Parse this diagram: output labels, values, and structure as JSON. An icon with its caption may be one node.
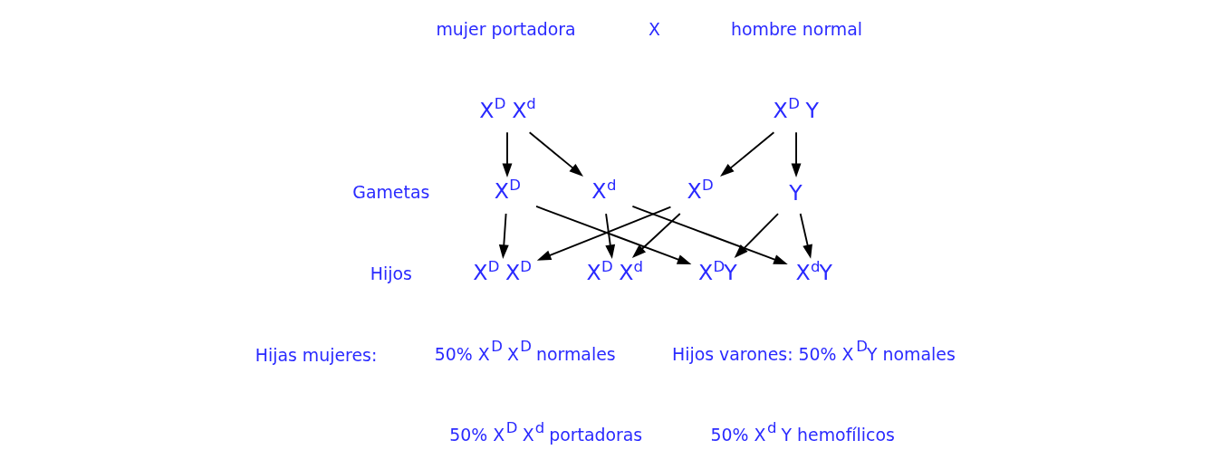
{
  "diagram": {
    "nodes": [
      {
        "text": [
          "X$^{D}$ X$^{d}$"
        ]
      },
      {
        "text": [
          "X$^{D}$ Y"
        ]
      },
      {
        "text": [
          "X$^{D}$"
        ]
      },
      {
        "text": [
          "X$^{d}$"
        ]
      },
      {
        "text": [
          "X$^{D}$"
        ]
      },
      {
        "text": [
          "Y"
        ]
      },
      {
        "text": [
          "X$^{D}$ X$^{D}$"
        ]
      },
      {
        "text": [
          "X$^{D}$ X$^{d}$"
        ]
      },
      {
        "text": [
          "X$^{D}$Y"
        ]
      },
      {
        "text": [
          "X$^{d}$Y"
        ]
      }
    ],
    "edges": [
      {
        "from": 0,
        "to": 2,
        "arrow": "to"
      },
      {
        "from": 0,
        "to": 3,
        "arrow": "to"
      },
      {
        "from": 1,
        "to": 4,
        "arrow": "to"
      },
      {
        "from": 1,
        "to": 5,
        "arrow": "to"
      },
      {
        "from": 2,
        "to": 6,
        "arrow": "to"
      },
      {
        "from": 2,
        "to": 8,
        "arrow": "to"
      },
      {
        "from": 3,
        "to": 7,
        "arrow": "to"
      },
      {
        "from": 3,
        "to": 9,
        "arrow": "to"
      },
      {
        "from": 4,
        "to": 6,
        "arrow": "to"
      },
      {
        "from": 4,
        "to": 7,
        "arrow": "to"
      },
      {
        "from": 5,
        "to": 8,
        "arrow": "to"
      },
      {
        "from": 5,
        "to": 9,
        "arrow": "to"
      }
    ],
    "labels": [
      "mujer portadora",
      "X",
      "hombre normal",
      "Gametas",
      "Hijos",
      "Hijas mujeres:",
      "50% X$^{D}$ X$^{D}$ normales",
      "Hijos varones: 50% X$^{D}$Y nomales",
      "50% X$^{D}$ X$^{d}$ portadoras",
      "50% X$^{d}$ Y hemofílicos"
    ]
  }
}
